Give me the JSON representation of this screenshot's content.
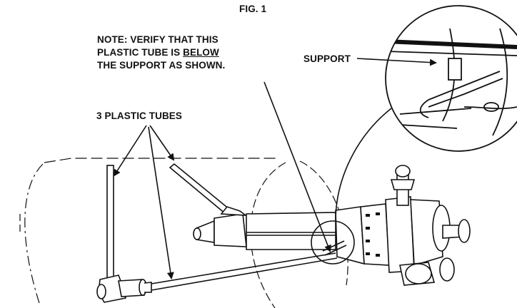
{
  "figure": {
    "title": "FIG. 1"
  },
  "labels": {
    "note_line1": "NOTE:  VERIFY THAT THIS",
    "note_line2_a": "PLASTIC TUBE IS ",
    "note_line2_u": "BELOW",
    "note_line3": "THE SUPPORT AS SHOWN.",
    "support": "SUPPORT",
    "tubes": "3 PLASTIC TUBES"
  },
  "colors": {
    "ink": "#111111",
    "background": "#ffffff"
  }
}
